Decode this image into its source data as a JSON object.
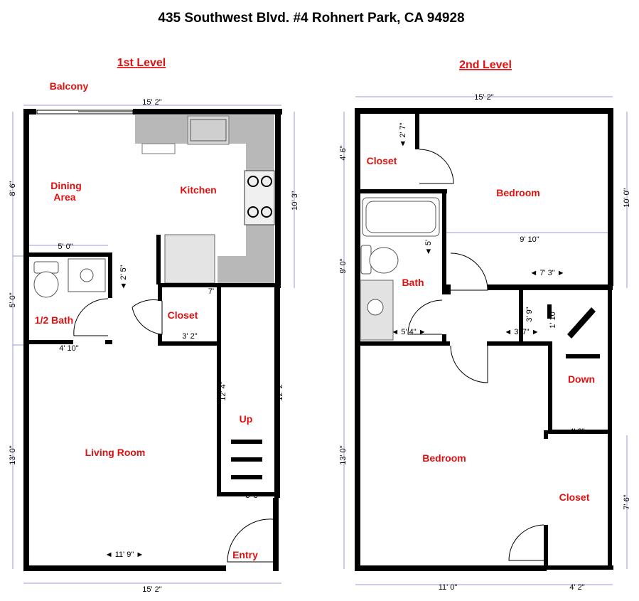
{
  "title": "435 Southwest Blvd. #4 Rohnert Park, CA 94928",
  "levels": {
    "first": {
      "heading": "1st Level",
      "rooms": {
        "balcony": "Balcony",
        "dining": "Dining",
        "dining2": "Area",
        "kitchen": "Kitchen",
        "half_bath": "1/2 Bath",
        "closet": "Closet",
        "living": "Living Room",
        "up": "Up",
        "entry": "Entry"
      },
      "dims": {
        "top_width": "15' 2\"",
        "left_upper": "8' 6\"",
        "right_upper": "10' 3\"",
        "bath_width": "5' 0\"",
        "bath_door": "◄ 2' 5\"",
        "left_mid": "5' 0\"",
        "bath_bottom": "4' 10\"",
        "closet_width": "3' 2\"",
        "closet_depth": "7'",
        "stair_side": "12' 4\"",
        "stair_right": "12' 2\"",
        "left_lower": "13' 0\"",
        "living_width": "◄ 11' 9\" ►",
        "stair_bottom": "3' 3\"",
        "bottom_width": "15' 2\""
      }
    },
    "second": {
      "heading": "2nd Level",
      "rooms": {
        "closet_top": "Closet",
        "bedroom_top": "Bedroom",
        "bath": "Bath",
        "down": "Down",
        "bedroom_bottom": "Bedroom",
        "closet_bottom": "Closet"
      },
      "dims": {
        "top_width": "15' 2\"",
        "left_top": "4' 6\"",
        "closet_door": "◄ 2' 7\"",
        "right_top": "10' 0\"",
        "bed_width": "9' 10\"",
        "bath_v": "◄ 5'",
        "left_mid": "9' 0\"",
        "bed_inner": "◄ 7' 3\" ►",
        "hall_v": "3' 9\"",
        "bath_width": "◄ 5' 4\" ►",
        "hall_width": "◄ 3' 7\" ►",
        "hall_closet": "1' 10\"",
        "stair_w": "4' 2\"",
        "left_lower": "13' 0\"",
        "right_lower": "7' 6\"",
        "bottom_left": "11' 0\"",
        "bottom_right": "4' 2\""
      }
    }
  }
}
